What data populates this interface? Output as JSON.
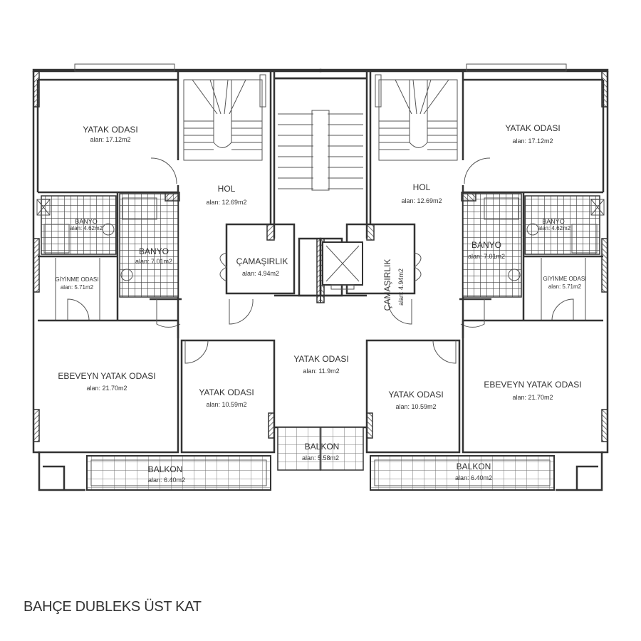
{
  "title": "BAHÇE DUBLEKS ÜST KAT",
  "left_unit": {
    "bedroom_top": {
      "name": "YATAK ODASI",
      "area": "alan: 17.12m2"
    },
    "hall": {
      "name": "HOL",
      "area": "alan: 12.69m2"
    },
    "bath_small": {
      "name": "BANYO",
      "area": "alan: 4.62m2"
    },
    "bath": {
      "name": "BANYO",
      "area": "alan: 7.01m2"
    },
    "laundry": {
      "name": "ÇAMAŞIRLIK",
      "area": "alan: 4.94m2"
    },
    "dressing": {
      "name": "GİYİNME  ODASI",
      "area": "alan: 5.71m2"
    },
    "master": {
      "name": "EBEVEYN YATAK ODASI",
      "area": "alan: 21.70m2"
    },
    "bedroom_2": {
      "name": "YATAK ODASI",
      "area": "alan: 10.59m2"
    },
    "balcony": {
      "name": "BALKON",
      "area": "alan: 6.40m2"
    }
  },
  "center": {
    "bedroom": {
      "name": "YATAK ODASI",
      "area": "alan: 11.9m2"
    },
    "balcony": {
      "name": "BALKON",
      "area": "alan: 5.58m2"
    }
  },
  "right_unit": {
    "bedroom_top": {
      "name": "YATAK ODASI",
      "area": "alan: 17.12m2"
    },
    "hall": {
      "name": "HOL",
      "area": "alan: 12.69m2"
    },
    "bath_small": {
      "name": "BANYO",
      "area": "alan: 4.62m2"
    },
    "bath": {
      "name": "BANYO",
      "area": "alan: 7.01m2"
    },
    "laundry": {
      "name": "ÇAMAŞIRLIK",
      "area": "alan: 4.94m2"
    },
    "dressing": {
      "name": "GİYİNME  ODASI",
      "area": "alan: 5.71m2"
    },
    "master": {
      "name": "EBEVEYN YATAK ODASI",
      "area": "alan: 21.70m2"
    },
    "bedroom_2": {
      "name": "YATAK ODASI",
      "area": "alan: 10.59m2"
    },
    "balcony": {
      "name": "BALKON",
      "area": "alan: 6.40m2"
    }
  }
}
